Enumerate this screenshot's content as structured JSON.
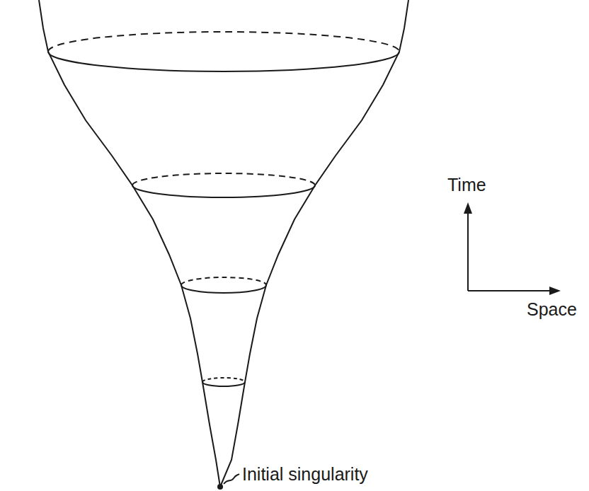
{
  "diagram": {
    "labels": [
      "Time",
      "Space",
      "Initial singularity"
    ]
  }
}
